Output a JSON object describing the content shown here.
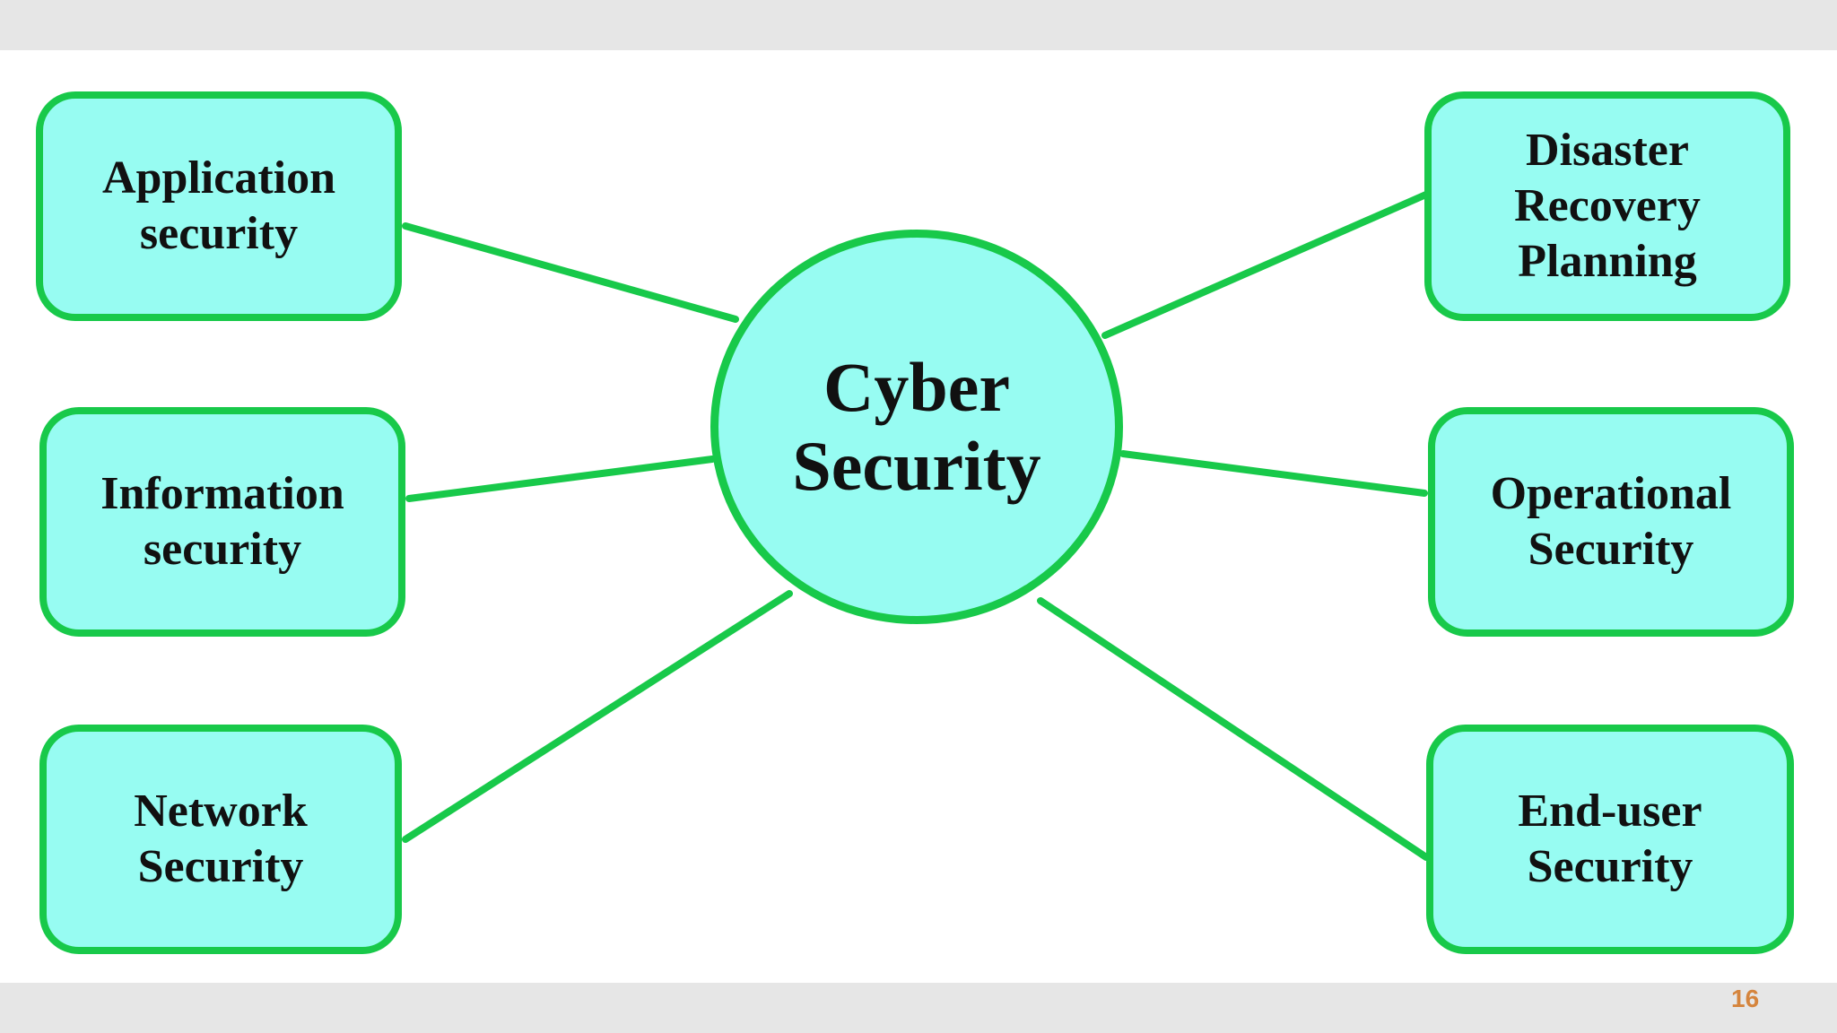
{
  "diagram": {
    "hub": {
      "label": "Cyber\nSecurity"
    },
    "nodes": [
      {
        "id": "application-security",
        "label": "Application\nsecurity"
      },
      {
        "id": "information-security",
        "label": "Information\nsecurity"
      },
      {
        "id": "network-security",
        "label": "Network\nSecurity"
      },
      {
        "id": "disaster-recovery-planning",
        "label": "Disaster\nRecovery\nPlanning"
      },
      {
        "id": "operational-security",
        "label": "Operational\nSecurity"
      },
      {
        "id": "end-user-security",
        "label": "End-user\nSecurity"
      }
    ],
    "colors": {
      "fill": "#97fcf2",
      "stroke": "#18c94a",
      "text": "#111111"
    }
  },
  "footer": {
    "page_number": "16"
  }
}
